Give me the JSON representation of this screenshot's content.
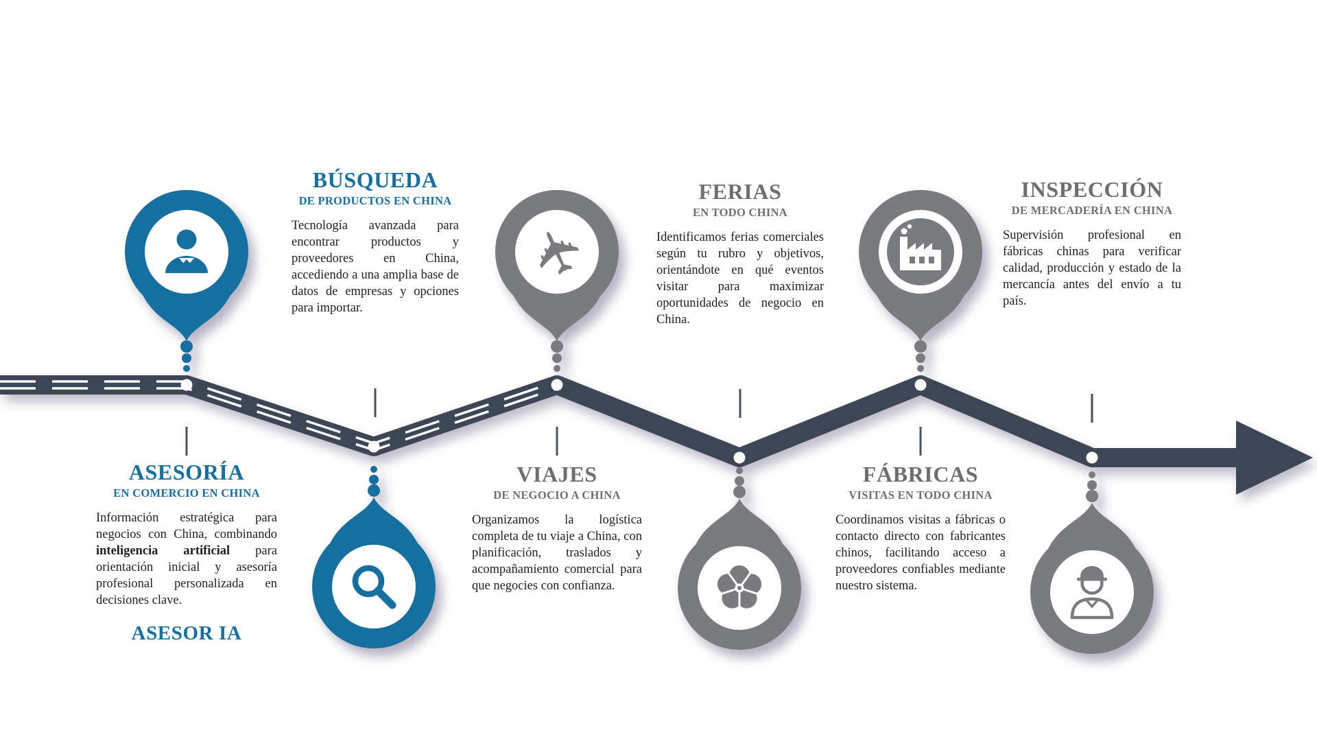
{
  "palette": {
    "blue": "#156f9f",
    "gray_icon": "#7a7b7e",
    "gray_title": "#6d6e71",
    "road": "#3d4654",
    "body_text": "#1f1f1f"
  },
  "milestones": [
    {
      "title": "ASESORÍA",
      "subtitle": "EN COMERCIO EN CHINA",
      "body_pre": "Información estratégica para negocios con China, combinando ",
      "body_bold": "inteligencia artificial",
      "body_post": " para orientación inicial y asesoría profesional personalizada en decisiones clave.",
      "footer": "ASESOR IA",
      "icon": "person-icon",
      "accent": "blue"
    },
    {
      "title": "BÚSQUEDA",
      "subtitle": "DE PRODUCTOS EN CHINA",
      "body": "Tecnología avanzada para encontrar productos y proveedores en China, accediendo a una amplia base de datos de empresas y opciones para importar.",
      "icon": "magnifier-icon",
      "accent": "blue"
    },
    {
      "title": "VIAJES",
      "subtitle": "DE NEGOCIO A CHINA",
      "body": "Organizamos la logística completa de tu viaje a China, con planificación, traslados y acompañamiento comercial para que negocies con confianza.",
      "icon": "airplane-icon",
      "accent": "gray"
    },
    {
      "title": "FERIAS",
      "subtitle": "EN TODO CHINA",
      "body": "Identificamos ferias comerciales según tu rubro y objetivos, orientándote en qué eventos visitar para maximizar oportunidades de negocio en China.",
      "icon": "flower-icon",
      "accent": "gray"
    },
    {
      "title": "FÁBRICAS",
      "subtitle": "VISITAS EN TODO CHINA",
      "body": "Coordinamos visitas a fábricas o contacto directo con fabricantes chinos, facilitando acceso a proveedores confiables mediante nuestro sistema.",
      "icon": "factory-icon",
      "accent": "gray"
    },
    {
      "title": "INSPECCIÓN",
      "subtitle": "DE MERCADERÍA EN CHINA",
      "body": "Supervisión profesional en fábricas chinas para verificar calidad, producción y estado de la mercancía antes del envío a tu país.",
      "icon": "worker-icon",
      "accent": "gray"
    }
  ]
}
